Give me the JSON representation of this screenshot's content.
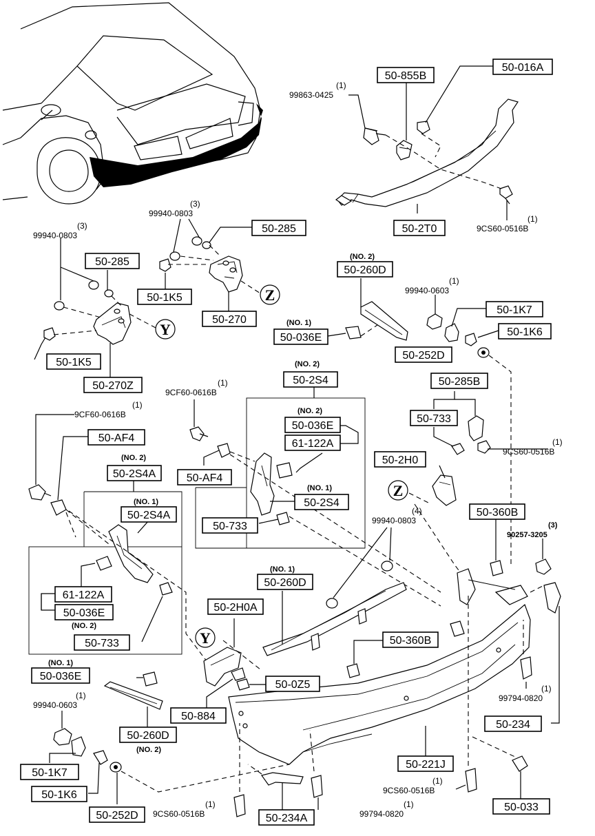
{
  "boxes": {
    "b_855B": "50-855B",
    "b_016A": "50-016A",
    "b_2T0": "50-2T0",
    "b_285_top": "50-285",
    "b_285_left": "50-285",
    "b_1K5_right": "50-1K5",
    "b_270": "50-270",
    "b_1K5_left": "50-1K5",
    "b_270Z": "50-270Z",
    "b_260D_top": "50-260D",
    "b_036E_top": "50-036E",
    "b_1K7_right": "50-1K7",
    "b_1K6_right": "50-1K6",
    "b_252D_right": "50-252D",
    "b_2S4_top": "50-2S4",
    "b_036E_inner": "50-036E",
    "b_122A_inner": "61-122A",
    "b_AF4_top": "50-AF4",
    "b_AF4_mid": "50-AF4",
    "b_2S4_inner": "50-2S4",
    "b_733_mid": "50-733",
    "b_285B": "50-285B",
    "b_733_right": "50-733",
    "b_2H0": "50-2H0",
    "b_360B_right": "50-360B",
    "b_2S4A_top": "50-2S4A",
    "b_2S4A_inner": "50-2S4A",
    "b_122A_left": "61-122A",
    "b_036E_left": "50-036E",
    "b_733_left": "50-733",
    "b_260D_mid": "50-260D",
    "b_2H0A": "50-2H0A",
    "b_360B_mid": "50-360B",
    "b_036E_bl": "50-036E",
    "b_0Z5": "50-0Z5",
    "b_884": "50-884",
    "b_260D_bl": "50-260D",
    "b_234_right": "50-234",
    "b_221J": "50-221J",
    "b_1K7_bl": "50-1K7",
    "b_1K6_bl": "50-1K6",
    "b_252D_bl": "50-252D",
    "b_234A": "50-234A",
    "b_033": "50-033"
  },
  "texts": {
    "t_99863": "99863-0425",
    "t_99863_q": "(1)",
    "t_9CS60_top": "9CS60-0516B",
    "t_9CS60_top_q": "(1)",
    "t_99940_tl": "99940-0803",
    "t_99940_tl_q": "(3)",
    "t_99940_tm": "99940-0803",
    "t_99940_tm_q": "(3)",
    "t_99940_0603_r": "99940-0603",
    "t_99940_0603_r_q": "(1)",
    "t_no2_260D": "(NO. 2)",
    "t_no1_036E": "(NO. 1)",
    "t_no2_2S4": "(NO. 2)",
    "t_9CF60_mid": "9CF60-0616B",
    "t_9CF60_mid_q": "(1)",
    "t_9CF60_left": "9CF60-0616B",
    "t_9CF60_left_q": "(1)",
    "t_no2_inner": "(NO. 2)",
    "t_no1_inner": "(NO. 1)",
    "t_9CS60_r": "9CS60-0516B",
    "t_9CS60_r_q": "(1)",
    "t_no2_2S4A": "(NO. 2)",
    "t_no1_2S4A": "(NO. 1)",
    "t_no2_left": "(NO. 2)",
    "t_99940_mid4": "99940-0803",
    "t_99940_mid4_q": "(4)",
    "t_90257": "90257-3205",
    "t_90257_q": "(3)",
    "t_no1_260D": "(NO. 1)",
    "t_no1_bl": "(NO. 1)",
    "t_99940_0603_bl": "99940-0603",
    "t_99940_0603_bl_q": "(1)",
    "t_no2_bl": "(NO. 2)",
    "t_99794_r": "99794-0820",
    "t_99794_r_q": "(1)",
    "t_9CS60_bm": "9CS60-0516B",
    "t_9CS60_bm_q": "(1)",
    "t_9CS60_bl": "9CS60-0516B",
    "t_9CS60_bl_q": "(1)",
    "t_99794_b": "99794-0820",
    "t_99794_b_q": "(1)"
  },
  "refs": {
    "z_top": "Z",
    "y_top": "Y",
    "z_mid": "Z",
    "y_bot": "Y"
  }
}
